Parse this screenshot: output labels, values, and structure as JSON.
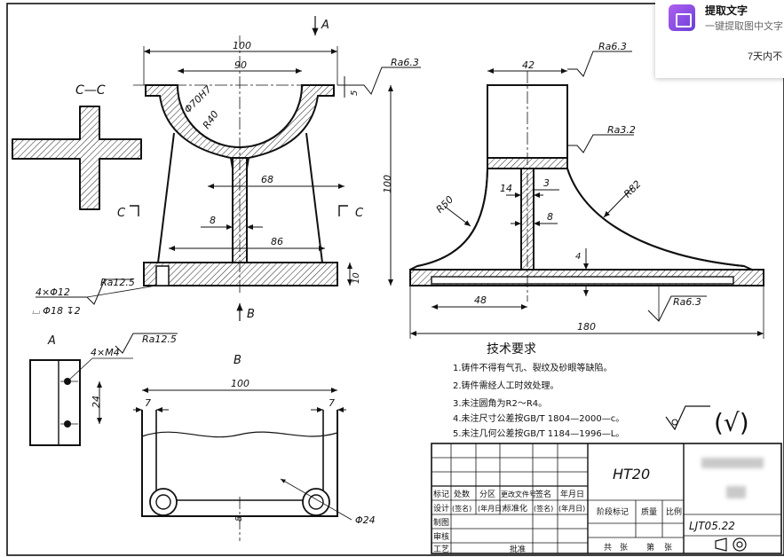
{
  "views": {
    "section_cc_label": "C—C",
    "view_a_label": "A",
    "view_b_label": "B",
    "arrow_a_label": "A",
    "arrow_b_label": "B",
    "cut_c_left": "C",
    "cut_c_right": "C"
  },
  "front_view": {
    "dim_100": "100",
    "dim_90": "90",
    "bore": "Φ70H7",
    "radius": "R40",
    "dim_68": "68",
    "dim_8": "8",
    "dim_86": "86",
    "dim_5": "5",
    "dim_10": "10",
    "ra_top": "Ra6.3",
    "ra_holes": "Ra12.5",
    "holes": "4×Φ12",
    "counterbore": "⌴ Φ18 ↧2"
  },
  "side_view": {
    "dim_42": "42",
    "dim_100": "100",
    "dim_14": "14",
    "dim_3": "3",
    "dim_8": "8",
    "dim_4": "4",
    "dim_48": "48",
    "dim_180": "180",
    "r50": "R50",
    "r82": "R82",
    "ra_top": "Ra6.3",
    "ra_mid": "Ra3.2",
    "ra_bottom": "Ra6.3"
  },
  "view_a": {
    "thread": "4×M4",
    "ra": "Ra12.5",
    "dim_24": "24"
  },
  "view_b": {
    "dim_100": "100",
    "dim_7_left": "7",
    "dim_7_right": "7",
    "dim_8": "8",
    "dia_24": "Φ24"
  },
  "tech_requirements": {
    "title": "技术要求",
    "items": [
      "1.铸件不得有气孔、裂纹及砂眼等缺陷。",
      "2.铸件需经人工时效处理。",
      "3.未注圆角为R2～R4。",
      "4.未注尺寸公差按GB/T 1804—2000—c。",
      "5.未注几何公差按GB/T 1184—1996—L。"
    ]
  },
  "surface_general": "(√)",
  "title_block": {
    "material": "HT20",
    "drawing_no": "LJT05.22",
    "row1": [
      "标记",
      "处数",
      "分区",
      "更改文件号",
      "签名",
      "年月日"
    ],
    "row2": [
      "设计",
      "(签名)",
      "(年月日)",
      "标准化",
      "(签名)",
      "(年月日)"
    ],
    "left_labels": [
      "制图",
      "审核",
      "工艺"
    ],
    "approve": "批准",
    "stage_mark": "阶段标记",
    "weight": "质量",
    "scale": "比例",
    "sheets_total": "共",
    "sheets_word": "张",
    "sheet_no": "第",
    "sheet_word": "张"
  },
  "popup": {
    "title": "提取文字",
    "subtitle": "一键提取图中文字",
    "note": "7天内不"
  }
}
